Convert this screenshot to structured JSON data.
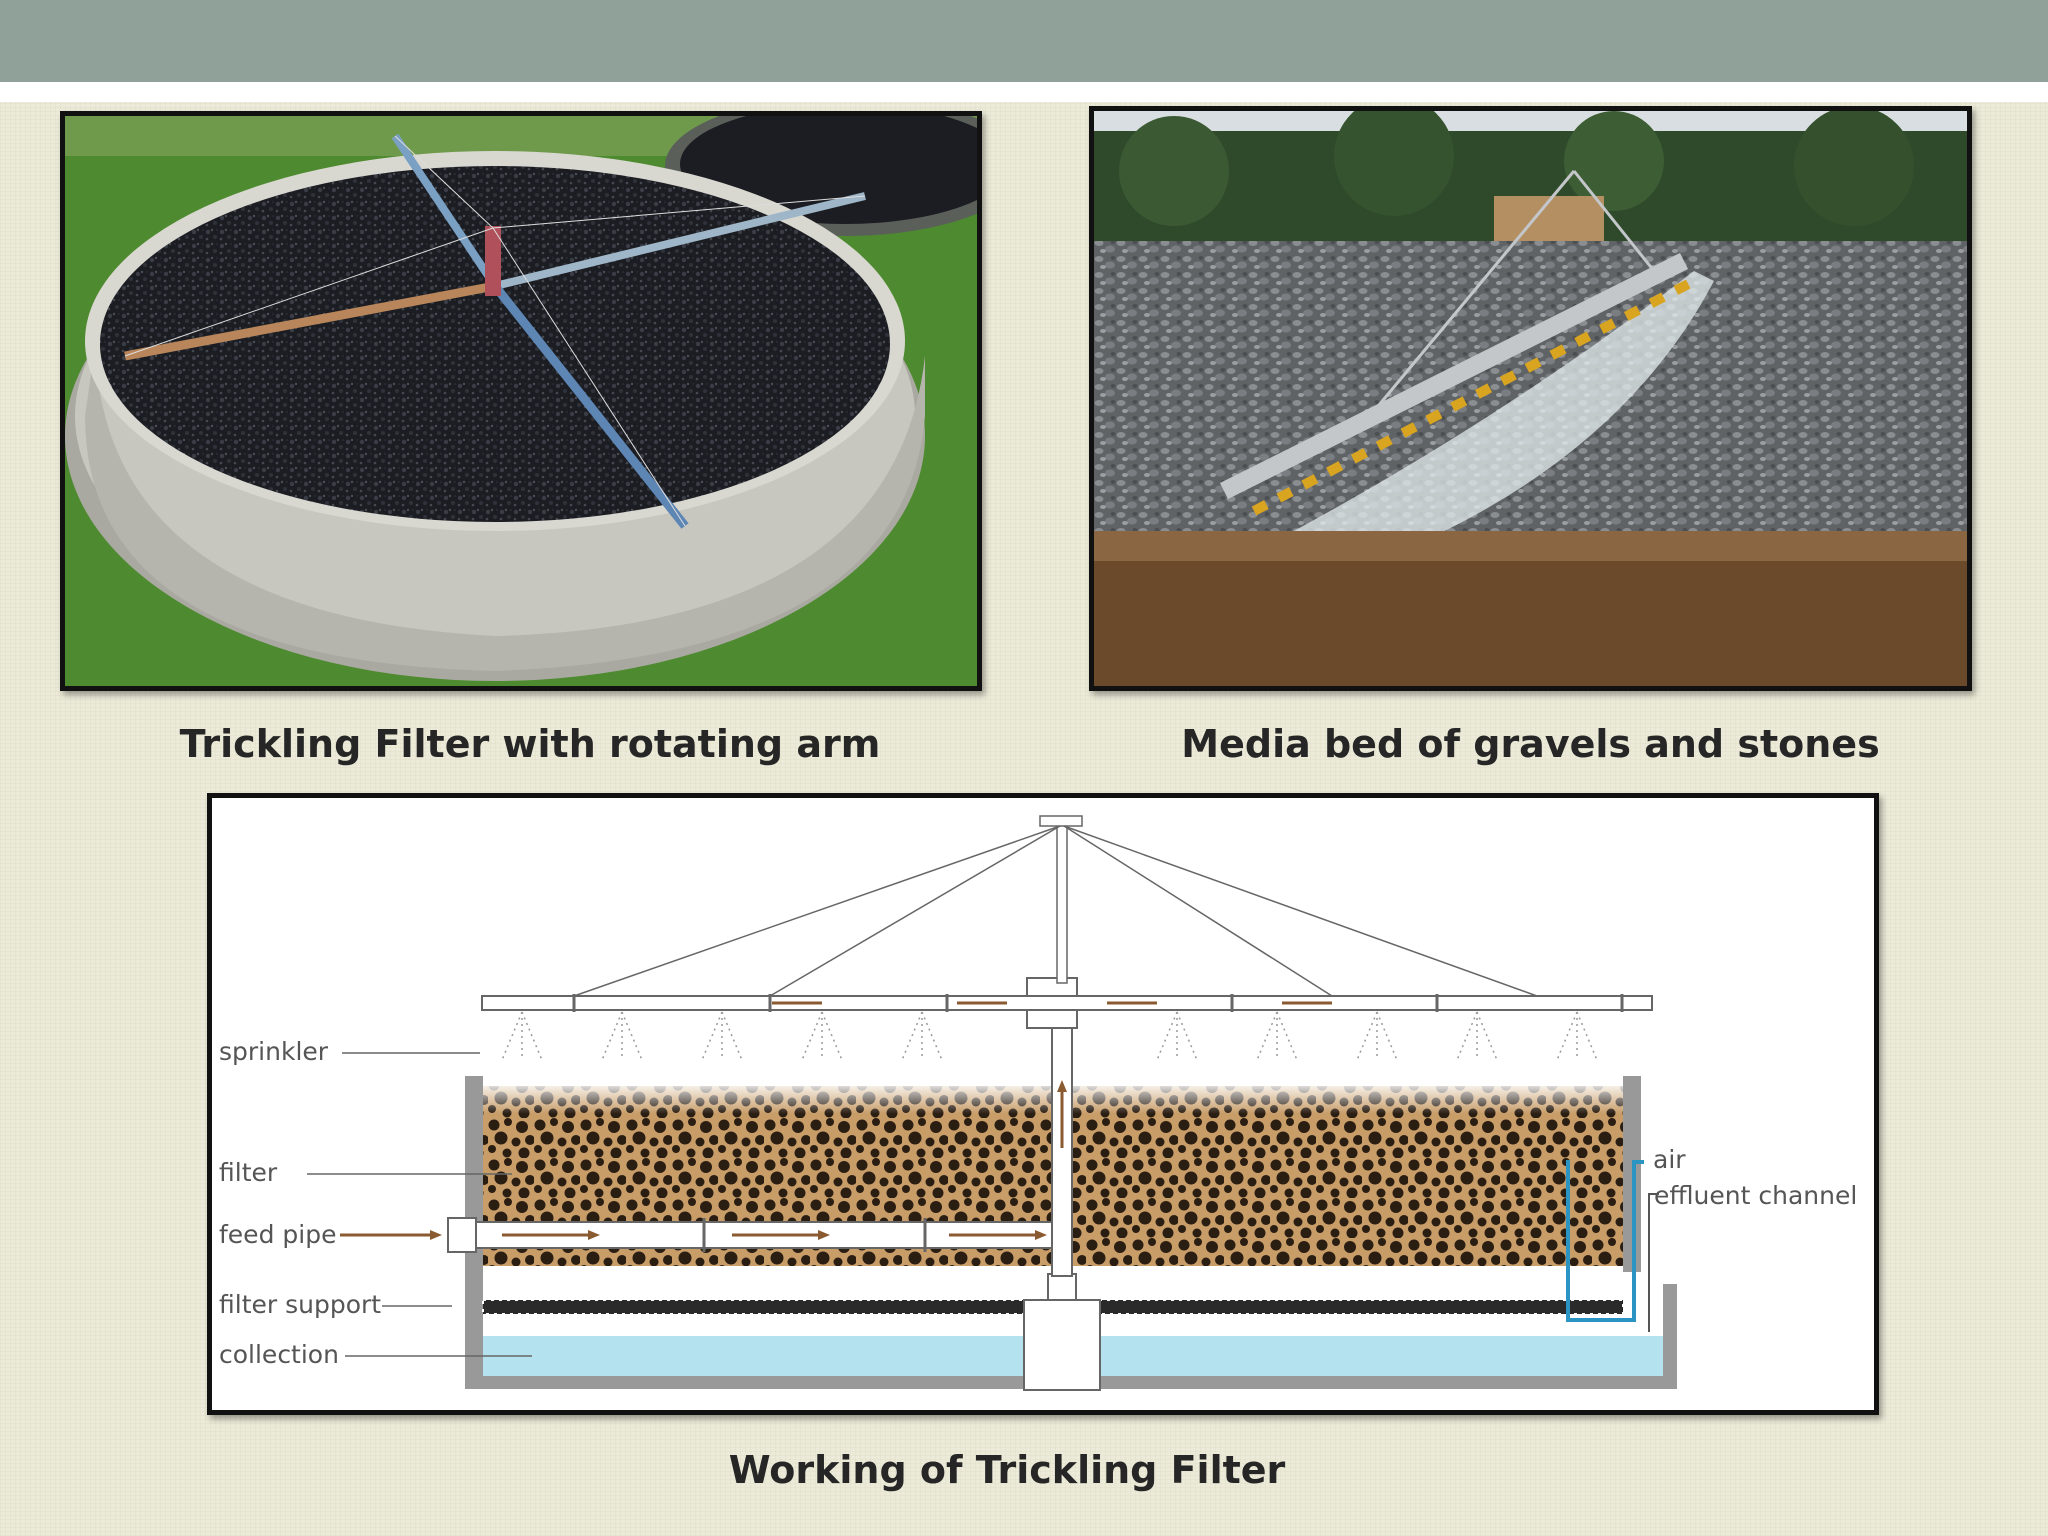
{
  "header": {
    "title": ""
  },
  "images": [
    {
      "caption": "Trickling Filter with rotating arm"
    },
    {
      "caption": "Media bed of gravels and stones"
    }
  ],
  "diagram": {
    "caption": "Working of Trickling Filter",
    "labels": {
      "sprinkler": "sprinkler",
      "filter": "filter",
      "feed_pipe": "feed pipe",
      "filter_support": "filter support",
      "collection": "collection",
      "air": "air",
      "effluent_channel": "effluent channel"
    }
  },
  "colors": {
    "header_bar": "#8fa198",
    "background": "#ecead8",
    "media": "#2a1d12",
    "media_bg": "#c89d68",
    "water": "#b5e2ef",
    "air_pipe": "#2a95c2"
  }
}
